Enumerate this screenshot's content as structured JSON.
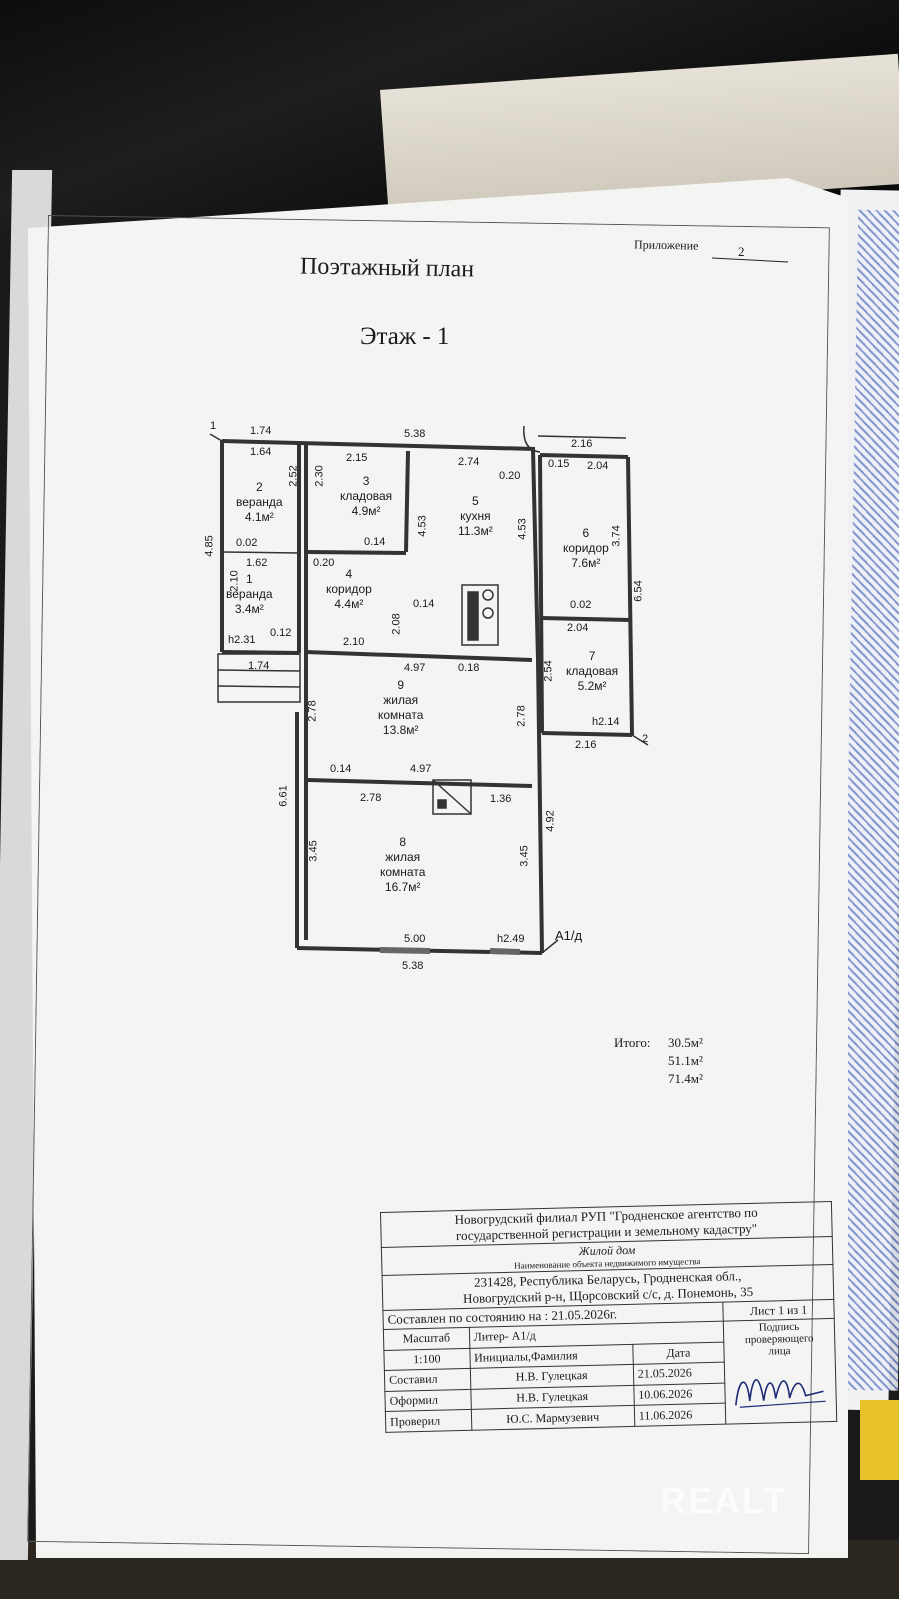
{
  "appendix": {
    "label": "Приложение",
    "number": "2"
  },
  "title": "Поэтажный план",
  "floor": "Этаж - 1",
  "rooms": [
    {
      "num": "1",
      "name": "веранда",
      "area": "3.4м²"
    },
    {
      "num": "2",
      "name": "веранда",
      "area": "4.1м²"
    },
    {
      "num": "3",
      "name": "кладовая",
      "area": "4.9м²"
    },
    {
      "num": "4",
      "name": "коридор",
      "area": "4.4м²"
    },
    {
      "num": "5",
      "name": "кухня",
      "area": "11.3м²"
    },
    {
      "num": "6",
      "name": "коридор",
      "area": "7.6м²"
    },
    {
      "num": "7",
      "name": "кладовая",
      "area": "5.2м²"
    },
    {
      "num": "8",
      "name1": "жилая",
      "name2": "комната",
      "area": "16.7м²"
    },
    {
      "num": "9",
      "name1": "жилая",
      "name2": "комната",
      "area": "13.8м²"
    }
  ],
  "dims": {
    "d174a": "1.74",
    "d164": "1.64",
    "d538a": "5.38",
    "d215": "2.15",
    "d274": "2.74",
    "d216a": "2.16",
    "d015": "0.15",
    "d204a": "2.04",
    "d252": "2.52",
    "d230": "2.30",
    "d020a": "0.20",
    "d485": "4.85",
    "d453a": "4.53",
    "d453b": "4.53",
    "d374": "3.74",
    "d002a": "0.02",
    "d014a": "0.14",
    "d162": "1.62",
    "d020b": "0.20",
    "d210a": "2.10",
    "d654": "6.54",
    "d014b": "0.14",
    "d208": "2.08",
    "d002b": "0.02",
    "d204b": "2.04",
    "h231": "h2.31",
    "d012": "0.12",
    "d210b": "2.10",
    "d497a": "4.97",
    "d018": "0.18",
    "d174b": "1.74",
    "d254": "2.54",
    "h214": "h2.14",
    "d216b": "2.16",
    "d278a": "2.78",
    "d278b": "2.78",
    "d661": "6.61",
    "d014c": "0.14",
    "d497b": "4.97",
    "d278c": "2.78",
    "d136": "1.36",
    "d492": "4.92",
    "d345a": "3.45",
    "d345b": "3.45",
    "d500": "5.00",
    "h249": "h2.49",
    "d538b": "5.38",
    "axis1": "1",
    "axis2": "2",
    "axisA": "А1/д"
  },
  "totals": {
    "label": "Итого:",
    "v1": "30.5м²",
    "v2": "51.1м²",
    "v3": "71.4м²"
  },
  "stamp": {
    "org1": "Новогрудский филиал РУП \"Гродненское агентство по",
    "org2": "государственной регистрации и земельному кадастру\"",
    "object": "Жилой дом",
    "object_caption": "Наименование объекта недвижимого имущества",
    "addr1": "231428, Республика Беларусь, Гродненская обл.,",
    "addr2": "Новогрудский р-н, Щорсовский с/с, д. Понемонь, 35",
    "state": "Составлен по состоянию на : 21.05.2026г.",
    "sheet": "Лист  1 из 1",
    "scale_label": "Масштаб",
    "liter": "Литер- А1/д",
    "sign_label1": "Подпись",
    "sign_label2": "проверяющего",
    "sign_label3": "лица",
    "scale": "1:100",
    "initials_label": "Инициалы,Фамилия",
    "date_label": "Дата",
    "r1_role": "Составил",
    "r1_name": "Н.В. Гулецкая",
    "r1_date": "21.05.2026",
    "r2_role": "Оформил",
    "r2_name": "Н.В. Гулецкая",
    "r2_date": "10.06.2026",
    "r3_role": "Проверил",
    "r3_name": "Ю.С. Мармузевич",
    "r3_date": "11.06.2026"
  },
  "watermark": "REALT"
}
